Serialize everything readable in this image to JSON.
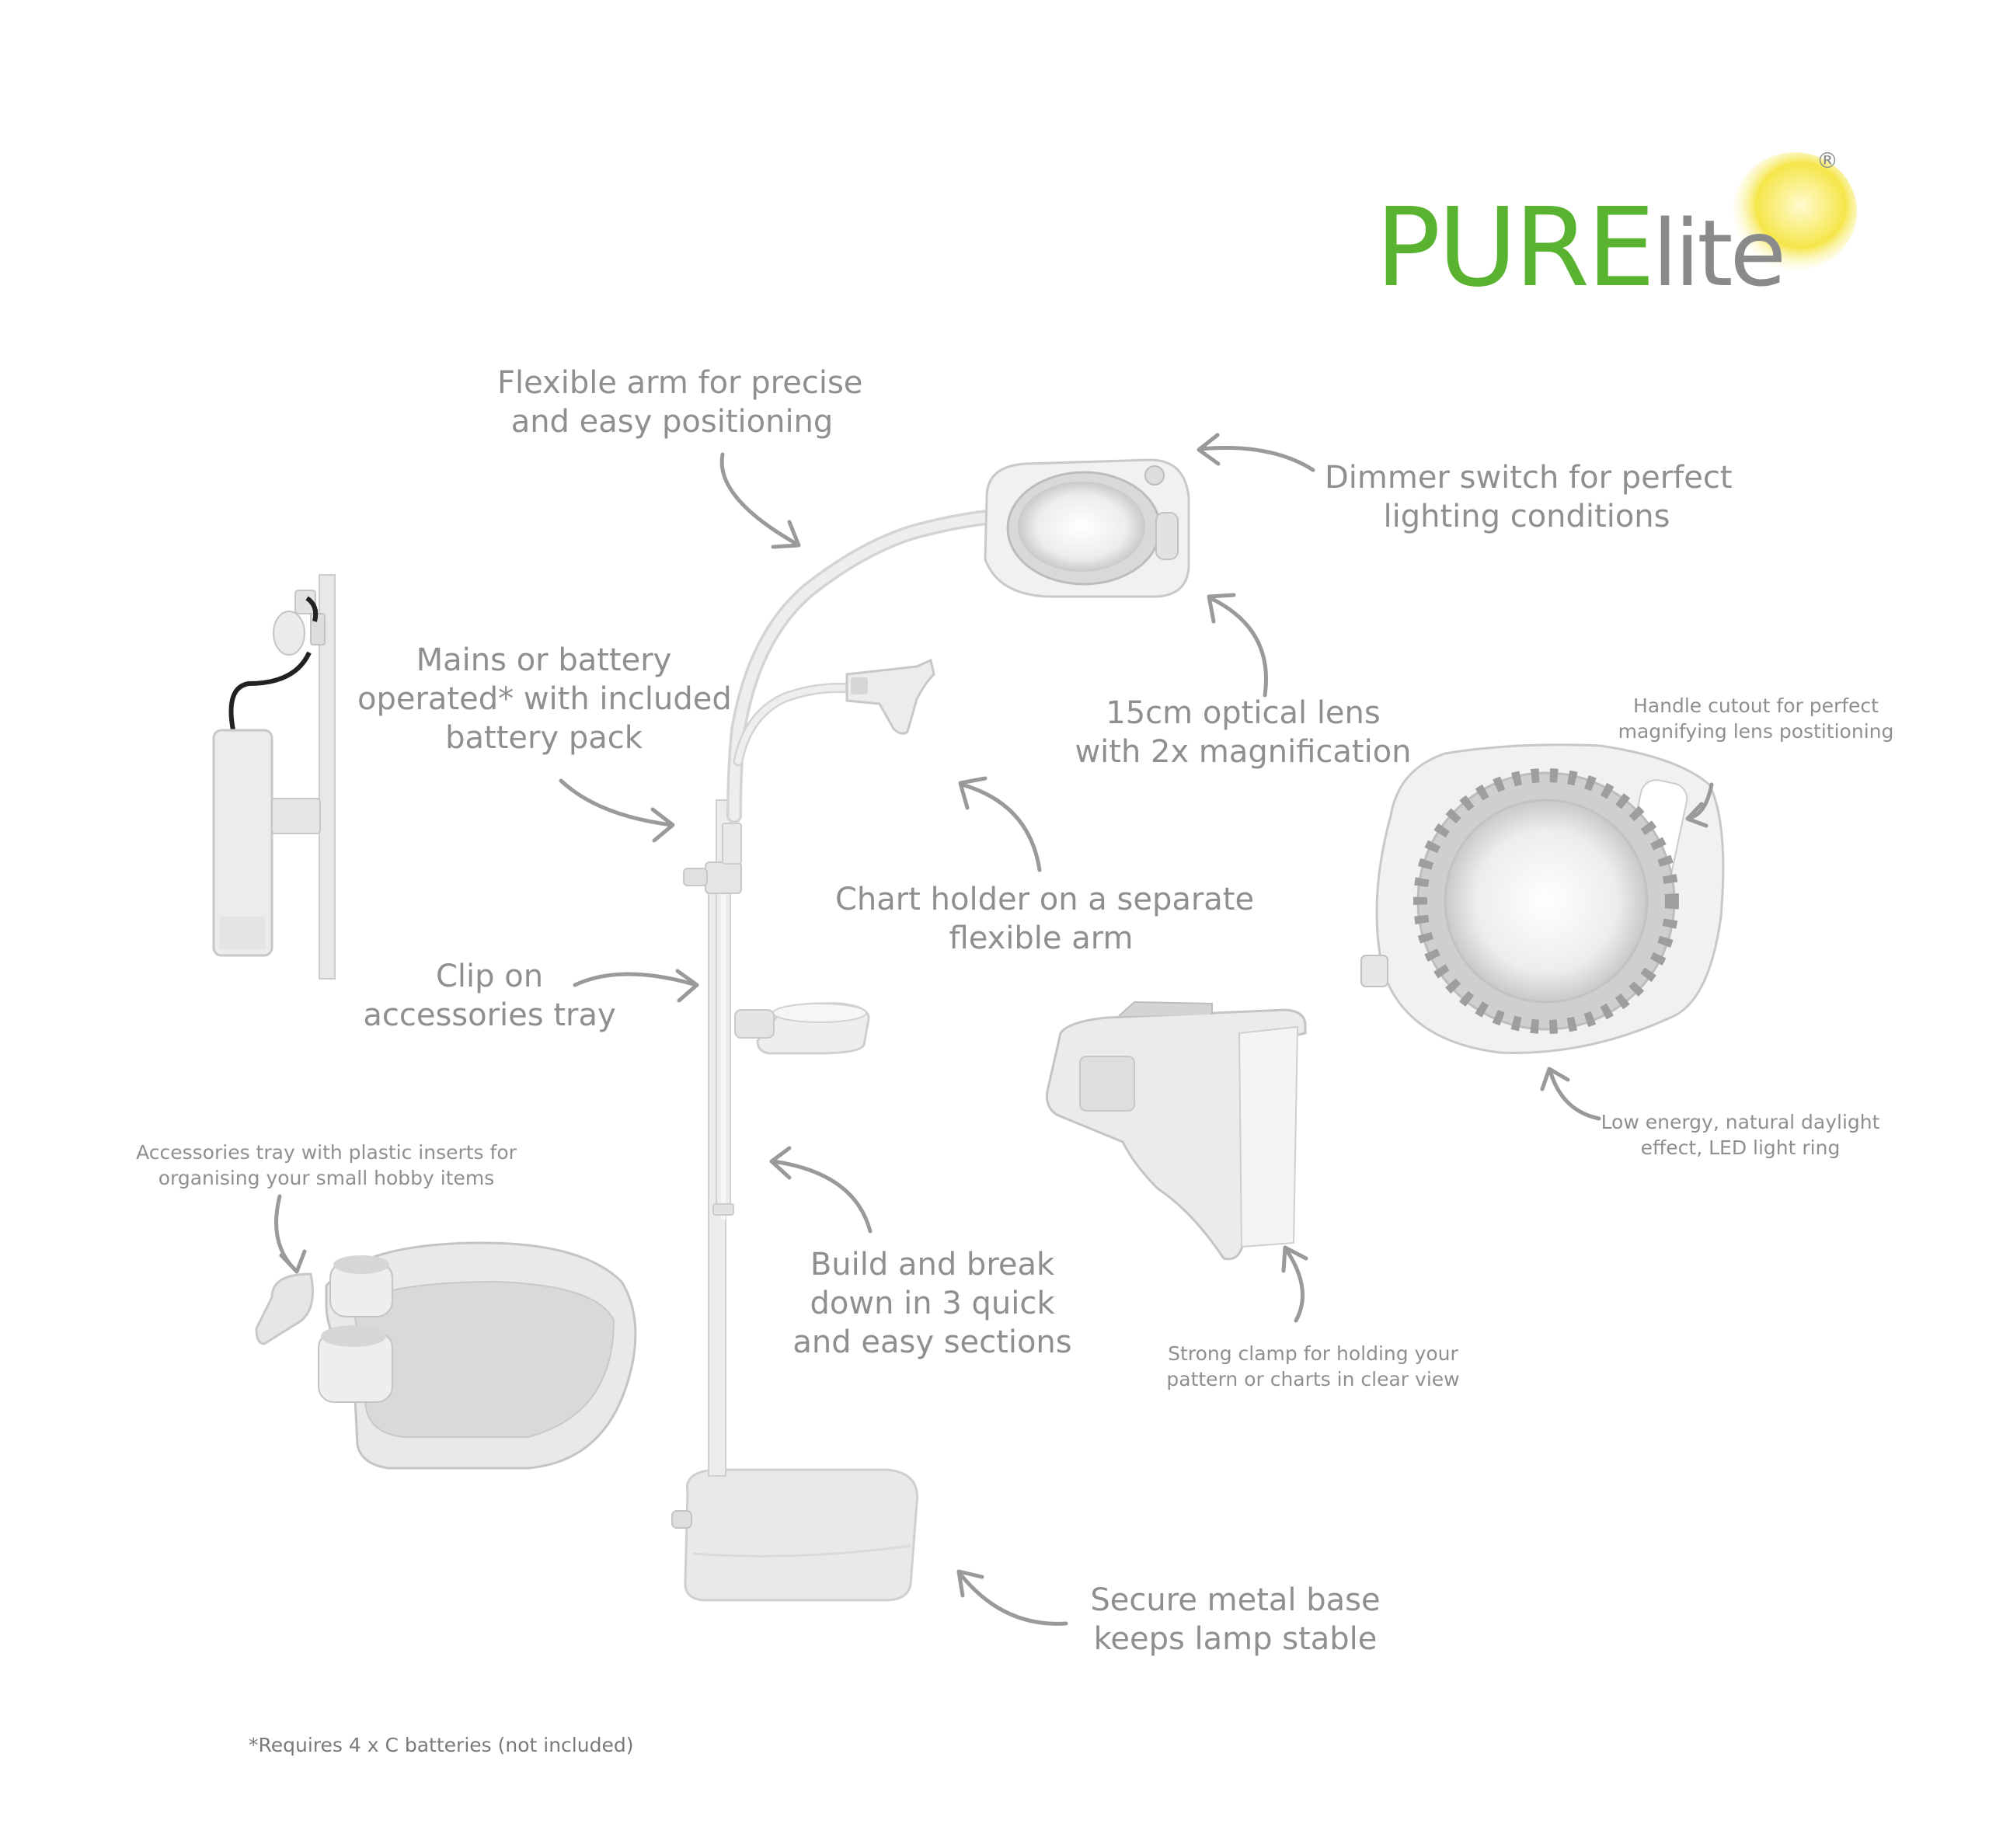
{
  "brand": {
    "logo_primary": "PURE",
    "logo_secondary": "lite",
    "registered_mark": "®",
    "primary_color": "#5ab330",
    "secondary_color": "#8a8a8a",
    "sun_color": "#f5e64a"
  },
  "callouts": {
    "flexible_arm": [
      "Flexible arm for precise",
      "and easy positioning"
    ],
    "dimmer_switch": [
      "Dimmer switch for perfect",
      "lighting conditions"
    ],
    "mains_battery": [
      "Mains or battery",
      "operated* with included",
      "battery pack"
    ],
    "optical_lens": [
      "15cm optical lens",
      "with 2x magnification"
    ],
    "handle_cutout": [
      "Handle cutout for perfect",
      "magnifying lens postitioning"
    ],
    "chart_holder": [
      "Chart holder on a separate",
      "flexible arm"
    ],
    "clip_tray": [
      "Clip on",
      "accessories tray"
    ],
    "accessories_tray": [
      "Accessories tray with plastic inserts for",
      "organising your small hobby items"
    ],
    "low_energy": [
      "Low energy, natural daylight",
      "effect, LED light ring"
    ],
    "build_break": [
      "Build and break",
      "down in 3 quick",
      "and easy sections"
    ],
    "strong_clamp": [
      "Strong clamp for holding your",
      "pattern or charts in clear view"
    ],
    "metal_base": [
      "Secure metal base",
      "keeps lamp stable"
    ]
  },
  "footnote": "*Requires 4 x C batteries (not included)"
}
